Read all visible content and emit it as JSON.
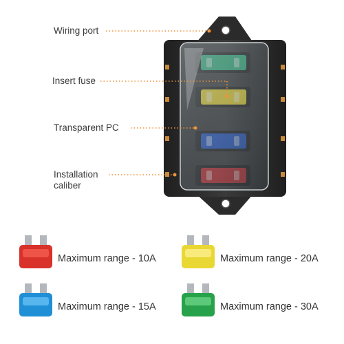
{
  "callouts": {
    "wiring_port": "Wiring port",
    "insert_fuse": "Insert fuse",
    "transparent_pc": "Transparent PC",
    "installation_line1": "Installation",
    "installation_line2": "caliber"
  },
  "legend": [
    {
      "label": "Maximum range - 10A",
      "color": "#d8322a"
    },
    {
      "label": "Maximum range - 20A",
      "color": "#e9d733"
    },
    {
      "label": "Maximum range - 15A",
      "color": "#1f8fd6"
    },
    {
      "label": "Maximum range - 30A",
      "color": "#27a24a"
    }
  ],
  "colors": {
    "callout_dot": "#f0923a",
    "housing": "#2b2b2b",
    "fuse_green": "#2bb27a",
    "fuse_yellow": "#ead52a",
    "fuse_blue": "#2255c8",
    "fuse_red": "#c8282c"
  }
}
